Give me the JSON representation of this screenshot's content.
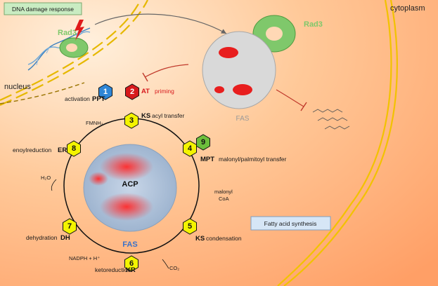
{
  "regions": {
    "cytoplasm": "cytoplasm",
    "nucleus": "nucleus"
  },
  "badges": {
    "dna_damage": "DNA damage response",
    "fatty_acid": "Fatty acid synthesis"
  },
  "proteins": {
    "rad3_left": "Rad3",
    "rad3_right": "Rad3",
    "fas_top": "FAS",
    "fas_center": "FAS",
    "acp": "ACP"
  },
  "steps": [
    {
      "num": "1",
      "abbr": "PPT",
      "desc": "activation",
      "color": "#2f86d6"
    },
    {
      "num": "2",
      "abbr": "AT",
      "desc": "priming",
      "color": "#d7191c"
    },
    {
      "num": "3",
      "abbr": "KS",
      "desc": "acyl transfer",
      "color": "#f4f400"
    },
    {
      "num": "4",
      "abbr": "MPT",
      "desc": "malonyl/palmitoyl transfer",
      "color": "#f4f400"
    },
    {
      "num": "5",
      "abbr": "KS",
      "desc": "condensation",
      "color": "#f4f400"
    },
    {
      "num": "6",
      "abbr": "KR",
      "desc": "ketoreduction",
      "color": "#f4f400"
    },
    {
      "num": "7",
      "abbr": "DH",
      "desc": "dehydration",
      "color": "#f4f400"
    },
    {
      "num": "8",
      "abbr": "ER",
      "desc": "enoylreduction",
      "color": "#f4f400"
    },
    {
      "num": "9",
      "abbr": "",
      "desc": "",
      "color": "#6cbf3c"
    }
  ],
  "molecules": {
    "fmnh2": "FMNH₂",
    "h2o": "H₂O",
    "nadph": "NADPH + H⁺",
    "co2": "CO₂",
    "malonyl_1": "malonyl",
    "malonyl_2": "CoA"
  },
  "colors": {
    "background_top_left": "#ffd9b3",
    "background_main": "#ffb07a",
    "membrane": "#f2c200",
    "arrow_red": "#c0392b",
    "active_site_red": "#e81e1e",
    "rad3_green": "#7fc86b"
  }
}
